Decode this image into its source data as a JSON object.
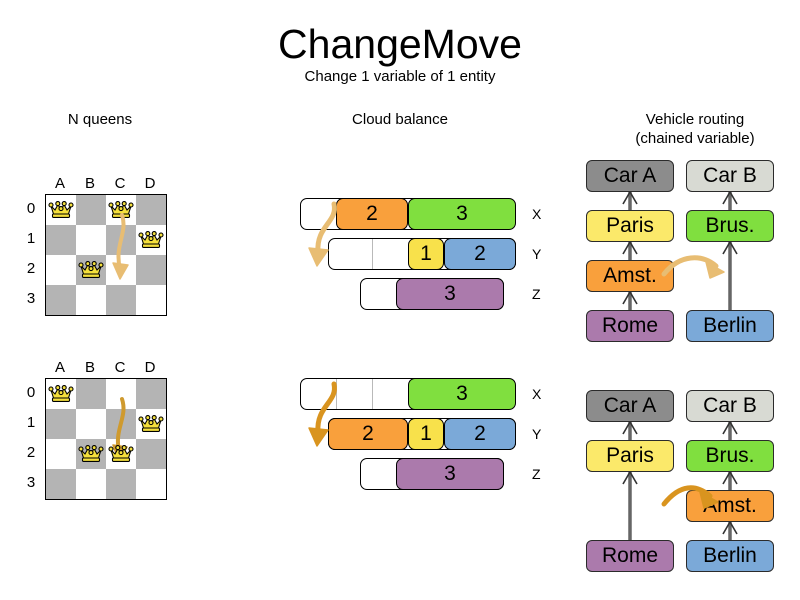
{
  "title": "ChangeMove",
  "subtitle": "Change 1 variable of 1 entity",
  "sections": {
    "nqueens": {
      "title": "N queens"
    },
    "cloud": {
      "title": "Cloud balance"
    },
    "vehicle": {
      "title": "Vehicle routing",
      "title_line2": "(chained variable)"
    }
  },
  "colors": {
    "orange": "#f9a03c",
    "green": "#80df3f",
    "yellow": "#f8e14b",
    "blue": "#7ba9d8",
    "purple": "#ab7aac",
    "grey_dark": "#8c8c8c",
    "grey_light": "#d8dad3",
    "yellow_pale": "#fbe96a",
    "board_dark": "#b4b4b4",
    "board_light": "#ffffff",
    "arrow": "#e8bd73",
    "arrow_dark": "#d9941f",
    "queen": "#f5e03c"
  },
  "nqueens": {
    "col_labels": [
      "A",
      "B",
      "C",
      "D"
    ],
    "row_labels": [
      "0",
      "1",
      "2",
      "3"
    ],
    "before": {
      "queens": [
        {
          "col": 0,
          "row": 0
        },
        {
          "col": 2,
          "row": 0
        },
        {
          "col": 3,
          "row": 1
        },
        {
          "col": 1,
          "row": 2
        }
      ]
    },
    "after": {
      "queens": [
        {
          "col": 0,
          "row": 0
        },
        {
          "col": 3,
          "row": 1
        },
        {
          "col": 1,
          "row": 2
        },
        {
          "col": 2,
          "row": 2
        }
      ]
    },
    "move": {
      "from_col": "C",
      "from_row": "0",
      "to_col": "C",
      "to_row": "2"
    }
  },
  "cloud_balance": {
    "row_labels": [
      "X",
      "Y",
      "Z"
    ],
    "before": [
      {
        "label": "X",
        "segments": [
          {
            "value": "2",
            "color": "#f9a03c"
          },
          {
            "value": "3",
            "color": "#80df3f"
          }
        ],
        "lead_blank": 1
      },
      {
        "label": "Y",
        "segments": [
          {
            "value": "1",
            "color": "#f8e14b"
          },
          {
            "value": "2",
            "color": "#7ba9d8"
          }
        ],
        "lead_blank": 2
      },
      {
        "label": "Z",
        "segments": [
          {
            "value": "3",
            "color": "#ab7aac"
          }
        ],
        "lead_blank": 1
      }
    ],
    "after": [
      {
        "label": "X",
        "segments": [
          {
            "value": "3",
            "color": "#80df3f"
          }
        ],
        "lead_blank": 3
      },
      {
        "label": "Y",
        "segments": [
          {
            "value": "2",
            "color": "#f9a03c"
          },
          {
            "value": "1",
            "color": "#f8e14b"
          },
          {
            "value": "2",
            "color": "#7ba9d8"
          }
        ],
        "lead_blank": 0
      },
      {
        "label": "Z",
        "segments": [
          {
            "value": "3",
            "color": "#ab7aac"
          }
        ],
        "lead_blank": 1
      }
    ],
    "moved_process": "2"
  },
  "vehicle_routing": {
    "before": {
      "chain_a": [
        "Car A",
        "Paris",
        "Amst.",
        "Rome"
      ],
      "chain_b": [
        "Car B",
        "Brus.",
        "Berlin"
      ]
    },
    "after": {
      "chain_a": [
        "Car A",
        "Paris",
        "Rome"
      ],
      "chain_b": [
        "Car B",
        "Brus.",
        "Amst.",
        "Berlin"
      ]
    },
    "boxes": {
      "car_a": {
        "label": "Car A",
        "color": "#8c8c8c"
      },
      "car_b": {
        "label": "Car B",
        "color": "#d8dad3"
      },
      "paris": {
        "label": "Paris",
        "color": "#fbe96a"
      },
      "brussels": {
        "label": "Brus.",
        "color": "#80df3f"
      },
      "amsterdam": {
        "label": "Amst.",
        "color": "#f9a03c"
      },
      "rome": {
        "label": "Rome",
        "color": "#ab7aac"
      },
      "berlin": {
        "label": "Berlin",
        "color": "#7ba9d8"
      }
    },
    "moved_entity": "Amst."
  }
}
